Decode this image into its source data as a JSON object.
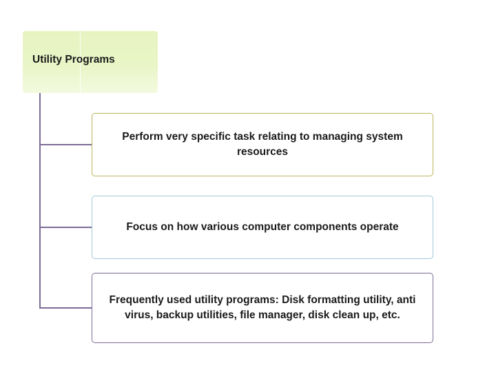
{
  "diagram": {
    "type": "hierarchy",
    "title_node": {
      "label": "Utility Programs"
    },
    "children": [
      {
        "label": "Perform very specific task relating to managing system resources",
        "border_color": "#b9b457"
      },
      {
        "label": "Focus on how various computer components operate",
        "border_color": "#9fc6d8"
      },
      {
        "label": "Frequently used utility programs: Disk formatting utility, anti virus, backup utilities, file manager, disk clean up, etc.",
        "border_color": "#7b6a96"
      }
    ],
    "connector_color": "#7b6a96",
    "title_fill": "#e7f4c2",
    "background": "#ffffff"
  }
}
